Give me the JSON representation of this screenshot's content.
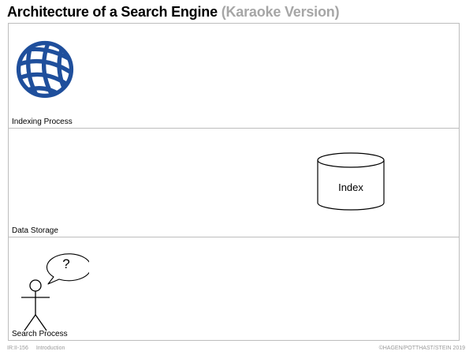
{
  "header": {
    "title": "Architecture of a Search Engine",
    "subtitle": "(Karaoke Version)"
  },
  "panels": {
    "indexing": {
      "label": "Indexing Process",
      "icon": "globe-icon"
    },
    "storage": {
      "label": "Data Storage",
      "index_label": "Index",
      "icon": "database-icon"
    },
    "search": {
      "label": "Search Process",
      "bubble_text": "?",
      "icon": "user-icon"
    }
  },
  "footer": {
    "slide_number": "IR:II-156",
    "section": "Introduction",
    "copyright": "©HAGEN/POTTHAST/STEIN 2019"
  },
  "colors": {
    "globe": "#1f4f9c",
    "subtitle": "#a6a6a6",
    "panel_border": "#bdbdbd"
  }
}
